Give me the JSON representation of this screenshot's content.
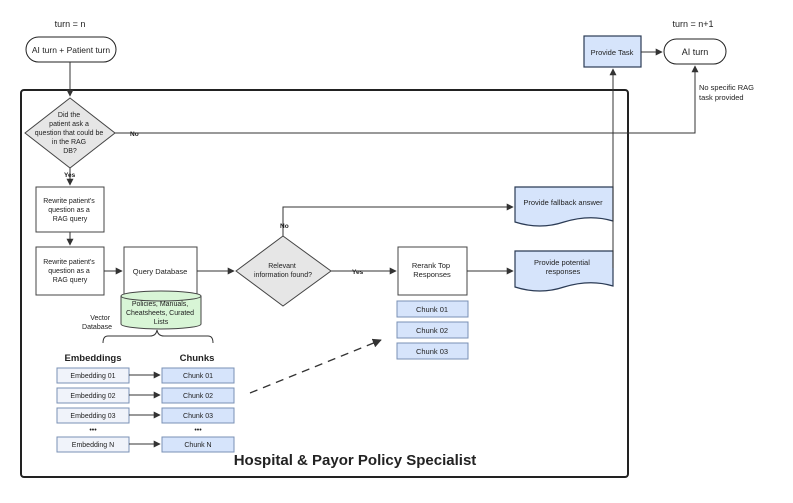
{
  "turn_start": "turn = n",
  "turn_end": "turn = n+1",
  "start_node": "AI turn + Patient turn",
  "end_node": "AI turn",
  "provide_task": "Provide Task",
  "no_rag_note": [
    "No specific RAG",
    "task provided"
  ],
  "decision_question": [
    "Did the",
    "patient ask a",
    "question that could be",
    "in the RAG",
    "DB?"
  ],
  "label_no_1": "No",
  "label_yes_1": "Yes",
  "rewrite_1": [
    "Rewrite patient's",
    "question as a",
    "RAG query"
  ],
  "rewrite_2": [
    "Rewrite patient's",
    "question as a",
    "RAG query"
  ],
  "query_database": "Query Database",
  "relevant_decision": [
    "Relevant",
    "information found?"
  ],
  "label_no_2": "No",
  "label_yes_2": "Yes",
  "rerank": [
    "Rerank Top",
    "Responses"
  ],
  "fallback": "Provide fallback answer",
  "potential": [
    "Provide potential",
    "responses"
  ],
  "vector_db_contents": [
    "Policies, Manuals,",
    "Cheatsheets, Curated",
    "Lists"
  ],
  "vector_db_label": [
    "Vector",
    "Database"
  ],
  "rerank_chunks": [
    "Chunk 01",
    "Chunk 02",
    "Chunk 03"
  ],
  "embeddings_header": "Embeddings",
  "chunks_header": "Chunks",
  "embeddings": [
    "Embedding 01",
    "Embedding 02",
    "Embedding 03",
    "Embedding N"
  ],
  "chunks": [
    "Chunk 01",
    "Chunk 02",
    "Chunk 03",
    "Chunk N"
  ],
  "ellipsis": "•••",
  "container_title": "Hospital & Payor Policy Specialist",
  "colors": {
    "blue_fill": "#d6e4fb",
    "blue_stroke": "#2b3b55",
    "green_fill": "#d8f5d6",
    "gray_fill": "#e6e6e6",
    "line": "#333333"
  }
}
